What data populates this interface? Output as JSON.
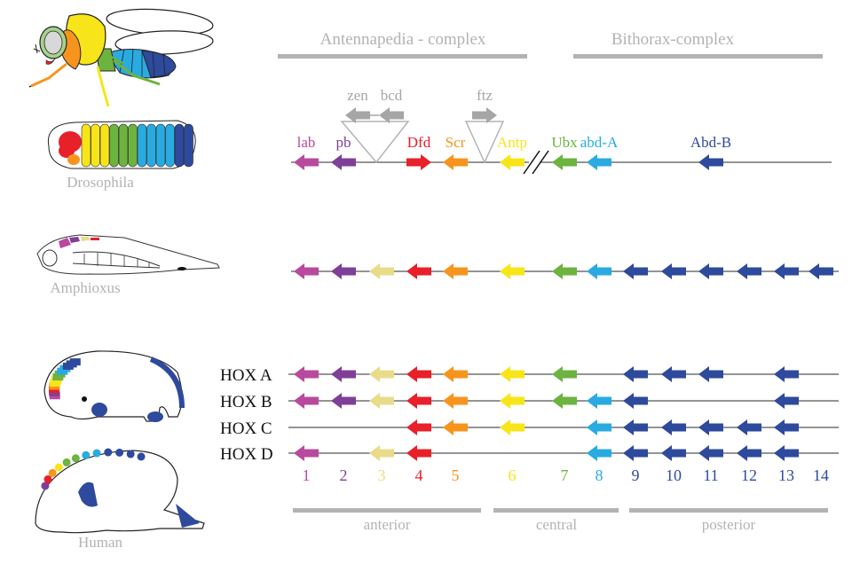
{
  "colors": {
    "c1": "#b84a9e",
    "c2": "#7f3f98",
    "c3": "#e8dc8a",
    "c4": "#e8202a",
    "c5": "#f7941d",
    "c6": "#f7e51a",
    "c7": "#6cb33f",
    "c8": "#29abe2",
    "c9": "#2e4a9c",
    "gray": "#b3b3b3",
    "line": "#555555",
    "text_gray": "#b3b3b3",
    "black": "#111111"
  },
  "headers": {
    "antp_complex": "Antennapedia - complex",
    "bithorax_complex": "Bithorax-complex"
  },
  "organisms": {
    "drosophila": "Drosophila",
    "amphioxus": "Amphioxus",
    "human": "Human"
  },
  "drosophila_genes": [
    {
      "name": "lab",
      "col": 1,
      "dir": "left",
      "color": "c1"
    },
    {
      "name": "pb",
      "col": 2,
      "dir": "left",
      "color": "c2"
    },
    {
      "name": "Dfd",
      "col": 4,
      "dir": "right",
      "color": "c4"
    },
    {
      "name": "Scr",
      "col": 5,
      "dir": "left",
      "color": "c5"
    },
    {
      "name": "Antp",
      "col": 6,
      "dir": "left",
      "color": "c6"
    },
    {
      "name": "Ubx",
      "col": 7,
      "dir": "left",
      "color": "c7"
    },
    {
      "name": "abd-A",
      "col": 8,
      "dir": "left",
      "color": "c8"
    },
    {
      "name": "Abd-B",
      "col": 11,
      "dir": "left",
      "color": "c9"
    }
  ],
  "inserted_genes": [
    {
      "name": "zen",
      "dir": "left"
    },
    {
      "name": "bcd",
      "dir": "left"
    },
    {
      "name": "ftz",
      "dir": "right"
    }
  ],
  "amphioxus_cols": [
    1,
    2,
    3,
    4,
    5,
    6,
    7,
    8,
    9,
    10,
    11,
    12,
    13,
    14
  ],
  "hox_clusters": [
    {
      "label": "HOX A",
      "cols": [
        1,
        2,
        3,
        4,
        5,
        6,
        7,
        9,
        10,
        11,
        13
      ]
    },
    {
      "label": "HOX B",
      "cols": [
        1,
        2,
        3,
        4,
        5,
        6,
        7,
        8,
        9,
        13
      ]
    },
    {
      "label": "HOX C",
      "cols": [
        4,
        5,
        6,
        8,
        9,
        10,
        11,
        12,
        13
      ]
    },
    {
      "label": "HOX D",
      "cols": [
        1,
        3,
        4,
        8,
        9,
        10,
        11,
        12,
        13
      ]
    }
  ],
  "paralog_groups": [
    {
      "num": "1",
      "color": "c1"
    },
    {
      "num": "2",
      "color": "c2"
    },
    {
      "num": "3",
      "color": "c3"
    },
    {
      "num": "4",
      "color": "c4"
    },
    {
      "num": "5",
      "color": "c5"
    },
    {
      "num": "6",
      "color": "c6"
    },
    {
      "num": "7",
      "color": "c7"
    },
    {
      "num": "8",
      "color": "c8"
    },
    {
      "num": "9",
      "color": "c9"
    },
    {
      "num": "10",
      "color": "c9"
    },
    {
      "num": "11",
      "color": "c9"
    },
    {
      "num": "12",
      "color": "c9"
    },
    {
      "num": "13",
      "color": "c9"
    },
    {
      "num": "14",
      "color": "c9"
    }
  ],
  "regions": {
    "anterior": "anterior",
    "central": "central",
    "posterior": "posterior"
  }
}
